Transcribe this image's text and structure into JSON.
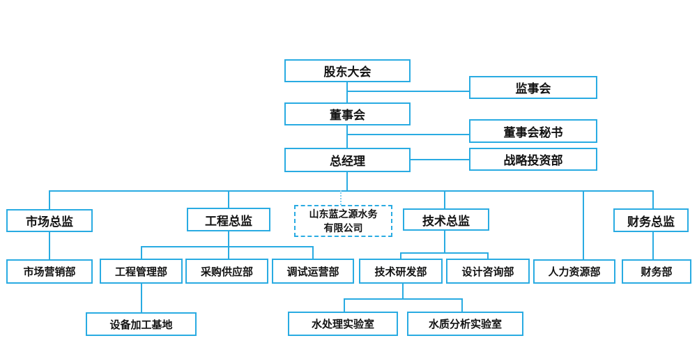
{
  "diagram": {
    "type": "org-chart",
    "accent_color": "#29abe2",
    "background_color": "#ffffff",
    "nodes": {
      "shareholders": {
        "label": "股东大会"
      },
      "supervisory": {
        "label": "监事会"
      },
      "board": {
        "label": "董事会"
      },
      "board_secretary": {
        "label": "董事会秘书"
      },
      "gm": {
        "label": "总经理"
      },
      "strategic": {
        "label": "战略投资部"
      },
      "marketing_director": {
        "label": "市场总监"
      },
      "engineering_director": {
        "label": "工程总监"
      },
      "company": {
        "line1": "山东蓝之源水务",
        "line2": "有限公司",
        "full": "山东蓝之源水务有限公司",
        "style": "dashed"
      },
      "tech_director": {
        "label": "技术总监"
      },
      "finance_director": {
        "label": "财务总监"
      },
      "marketing_dept": {
        "label": "市场营销部"
      },
      "engineering_mgmt": {
        "label": "工程管理部"
      },
      "procurement": {
        "label": "采购供应部"
      },
      "commissioning": {
        "label": "调试运营部"
      },
      "rnd": {
        "label": "技术研发部"
      },
      "design": {
        "label": "设计咨询部"
      },
      "hr": {
        "label": "人力资源部"
      },
      "finance_dept": {
        "label": "财务部"
      },
      "equipment_base": {
        "label": "设备加工基地"
      },
      "water_treatment_lab": {
        "label": "水处理实验室"
      },
      "water_quality_lab": {
        "label": "水质分析实验室"
      }
    },
    "relations": [
      {
        "from": "股东大会",
        "to": "董事会"
      },
      {
        "from": "股东大会",
        "to": "监事会"
      },
      {
        "from": "董事会",
        "to": "总经理"
      },
      {
        "from": "董事会",
        "to": "董事会秘书"
      },
      {
        "from": "总经理",
        "to": "战略投资部"
      },
      {
        "from": "总经理",
        "to": "市场总监"
      },
      {
        "from": "总经理",
        "to": "工程总监"
      },
      {
        "from": "总经理",
        "to": "山东蓝之源水务有限公司",
        "style": "dotted"
      },
      {
        "from": "总经理",
        "to": "技术总监"
      },
      {
        "from": "总经理",
        "to": "人力资源部"
      },
      {
        "from": "总经理",
        "to": "财务总监"
      },
      {
        "from": "市场总监",
        "to": "市场营销部"
      },
      {
        "from": "工程总监",
        "to": "工程管理部"
      },
      {
        "from": "工程总监",
        "to": "采购供应部"
      },
      {
        "from": "工程总监",
        "to": "调试运营部"
      },
      {
        "from": "技术总监",
        "to": "技术研发部"
      },
      {
        "from": "技术总监",
        "to": "设计咨询部"
      },
      {
        "from": "财务总监",
        "to": "财务部"
      },
      {
        "from": "工程管理部",
        "to": "设备加工基地"
      },
      {
        "from": "技术研发部",
        "to": "水处理实验室"
      },
      {
        "from": "技术研发部",
        "to": "水质分析实验室"
      }
    ]
  }
}
